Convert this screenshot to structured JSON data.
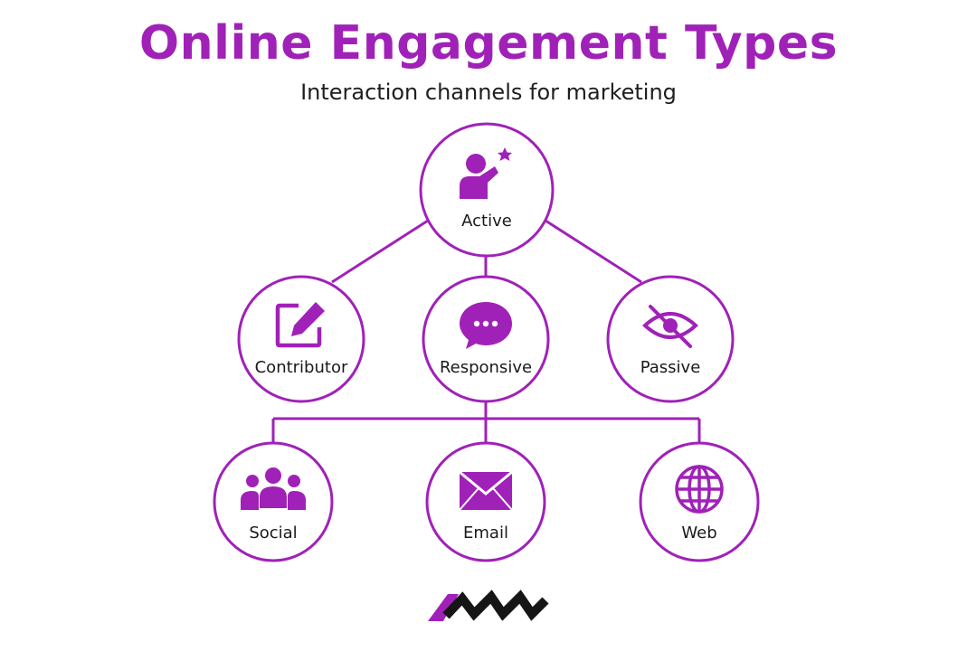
{
  "header": {
    "title": "Online Engagement Types",
    "subtitle": "Interaction channels for marketing"
  },
  "colors": {
    "accent": "#a021b8",
    "text": "#1a1a1a",
    "background": "#ffffff"
  },
  "nodes": {
    "active": {
      "label": "Active",
      "icon": "person-raising-hand-star-icon"
    },
    "contributor": {
      "label": "Contributor",
      "icon": "edit-pencil-icon"
    },
    "responsive": {
      "label": "Responsive",
      "icon": "chat-bubble-icon"
    },
    "passive": {
      "label": "Passive",
      "icon": "eye-slash-icon"
    },
    "social": {
      "label": "Social",
      "icon": "group-people-icon"
    },
    "email": {
      "label": "Email",
      "icon": "envelope-icon"
    },
    "web": {
      "label": "Web",
      "icon": "globe-icon"
    }
  },
  "logo": {
    "name": "brand-logo"
  }
}
